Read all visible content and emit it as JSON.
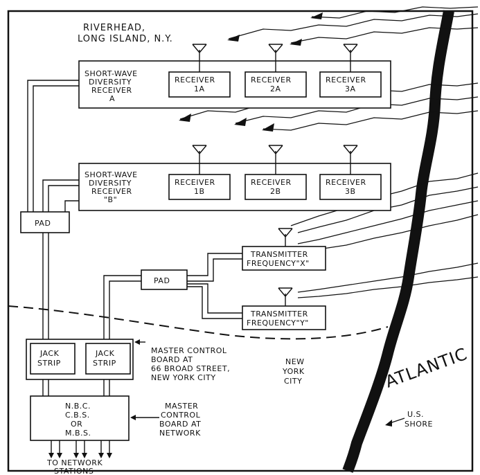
{
  "location": {
    "line1": "RIVERHEAD,",
    "line2": "LONG ISLAND, N.Y."
  },
  "receiver_a": {
    "line1": "SHORT-WAVE",
    "line2": "DIVERSITY",
    "line3": "RECEIVER",
    "line4": "A"
  },
  "receiver_b": {
    "line1": "SHORT-WAVE",
    "line2": "DIVERSITY",
    "line3": "RECEIVER",
    "line4": "\"B\""
  },
  "receivers_a": [
    {
      "line1": "RECEIVER",
      "line2": "1A"
    },
    {
      "line1": "RECEIVER",
      "line2": "2A"
    },
    {
      "line1": "RECEIVER",
      "line2": "3A"
    }
  ],
  "receivers_b": [
    {
      "line1": "RECEIVER",
      "line2": "1B"
    },
    {
      "line1": "RECEIVER",
      "line2": "2B"
    },
    {
      "line1": "RECEIVER",
      "line2": "3B"
    }
  ],
  "pad_left": "PAD",
  "pad_mid": "PAD",
  "transmitter_x": {
    "line1": "TRANSMITTER",
    "line2": "FREQUENCY\"X\""
  },
  "transmitter_y": {
    "line1": "TRANSMITTER",
    "line2": "FREQUENCY\"Y\""
  },
  "jack_strip_1": {
    "line1": "JACK",
    "line2": "STRIP"
  },
  "jack_strip_2": {
    "line1": "JACK",
    "line2": "STRIP"
  },
  "master_control_nyc": {
    "line1": "MASTER CONTROL",
    "line2": "BOARD AT",
    "line3": "66 BROAD STREET,",
    "line4": "NEW YORK CITY"
  },
  "new_york_city": {
    "line1": "NEW",
    "line2": "YORK",
    "line3": "CITY"
  },
  "networks": {
    "line1": "N.B.C.",
    "line2": "C.B.S.",
    "line3": "OR",
    "line4": "M.B.S."
  },
  "master_control_network": {
    "line1": "MASTER",
    "line2": "CONTROL",
    "line3": "BOARD AT",
    "line4": "NETWORK"
  },
  "to_network": {
    "line1": "TO NETWORK",
    "line2": "STATIONS"
  },
  "atlantic": "ATLANTIC",
  "us_shore": {
    "line1": "U.S.",
    "line2": "SHORE"
  }
}
